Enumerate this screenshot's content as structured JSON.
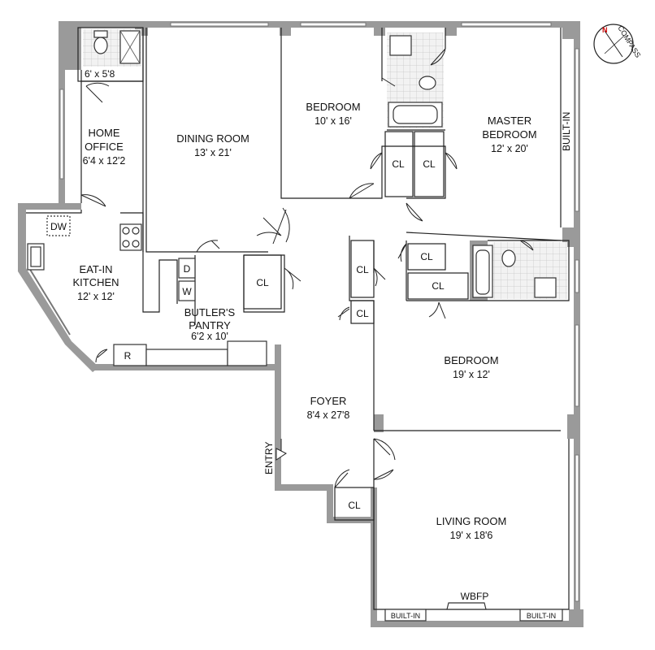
{
  "compass": {
    "north": "N",
    "label": "COMPASS"
  },
  "rooms": {
    "bath_small": {
      "size": "6' x 5'8"
    },
    "home_office": {
      "name_1": "HOME",
      "name_2": "OFFICE",
      "size": "6'4 x 12'2"
    },
    "dining_room": {
      "name": "DINING ROOM",
      "size": "13' x 21'"
    },
    "bedroom_1": {
      "name": "BEDROOM",
      "size": "10' x 16'"
    },
    "master_bedroom": {
      "name_1": "MASTER",
      "name_2": "BEDROOM",
      "size": "12' x 20'"
    },
    "kitchen": {
      "name_1": "EAT-IN",
      "name_2": "KITCHEN",
      "size": "12' x 12'"
    },
    "butlers_pantry": {
      "name_1": "BUTLER'S",
      "name_2": "PANTRY",
      "size": "6'2 x 10'"
    },
    "foyer": {
      "name": "FOYER",
      "size": "8'4 x 27'8"
    },
    "bedroom_2": {
      "name": "BEDROOM",
      "size": "19' x 12'"
    },
    "living_room": {
      "name": "LIVING ROOM",
      "size": "19' x 18'6"
    }
  },
  "closets": {
    "cl_bed1_a": "CL",
    "cl_bed1_b": "CL",
    "cl_dining": "CL",
    "cl_foyer_1": "CL",
    "cl_foyer_2": "CL",
    "cl_master_1": "CL",
    "cl_master_2": "CL",
    "cl_entry": "CL"
  },
  "fixtures": {
    "dishwasher": "DW",
    "refrigerator": "R",
    "dryer": "D",
    "washer": "W",
    "fireplace": "WBFP",
    "built_in_master": "BUILT-IN",
    "built_in_left": "BUILT-IN",
    "built_in_right": "BUILT-IN"
  },
  "entry": "ENTRY"
}
